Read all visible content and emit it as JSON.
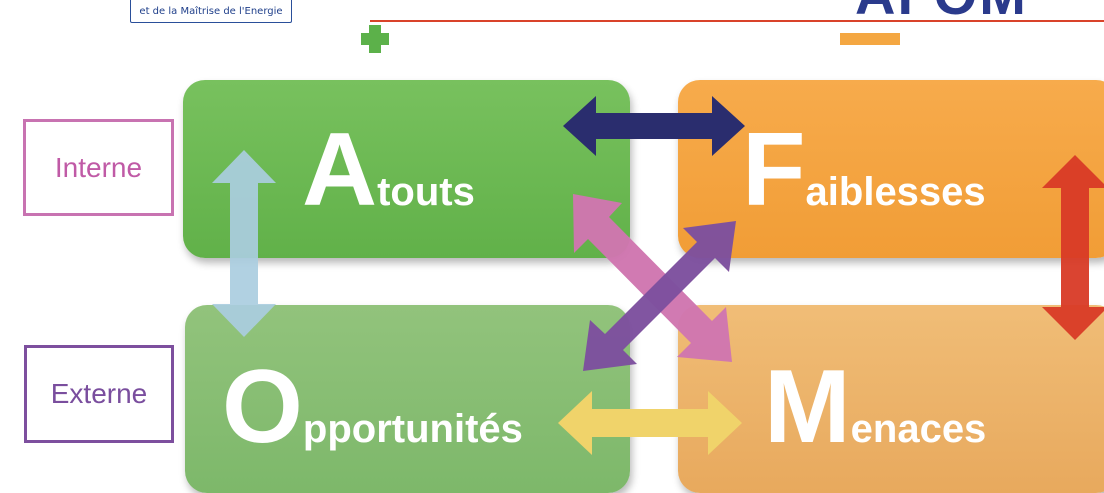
{
  "header": {
    "logo_text": "et de la Maîtrise de l'Energie",
    "title_fragment": "AFOM",
    "plus_symbol": "plus",
    "minus_symbol": "minus"
  },
  "labels": {
    "internal": "Interne",
    "external": "Externe"
  },
  "quadrants": {
    "strengths": {
      "initial": "A",
      "rest": "touts",
      "color": "#61b149"
    },
    "weaknesses": {
      "initial": "F",
      "rest": "aiblesses",
      "color": "#f19d36"
    },
    "opportunities": {
      "initial": "O",
      "rest": "pportunités",
      "color": "#7db86a"
    },
    "threats": {
      "initial": "M",
      "rest": "enaces",
      "color": "#e8a95d"
    }
  },
  "arrows": [
    {
      "from": "strengths",
      "to": "weaknesses",
      "color": "#2a2d6e"
    },
    {
      "from": "strengths",
      "to": "opportunities",
      "color": "#aacde0"
    },
    {
      "from": "weaknesses",
      "to": "threats",
      "color": "#d83a26"
    },
    {
      "from": "opportunities",
      "to": "threats",
      "color": "#f0d36a"
    },
    {
      "from": "strengths",
      "to": "threats",
      "color": "#cf76b0"
    },
    {
      "from": "opportunities",
      "to": "weaknesses",
      "color": "#7d4f9e"
    }
  ]
}
